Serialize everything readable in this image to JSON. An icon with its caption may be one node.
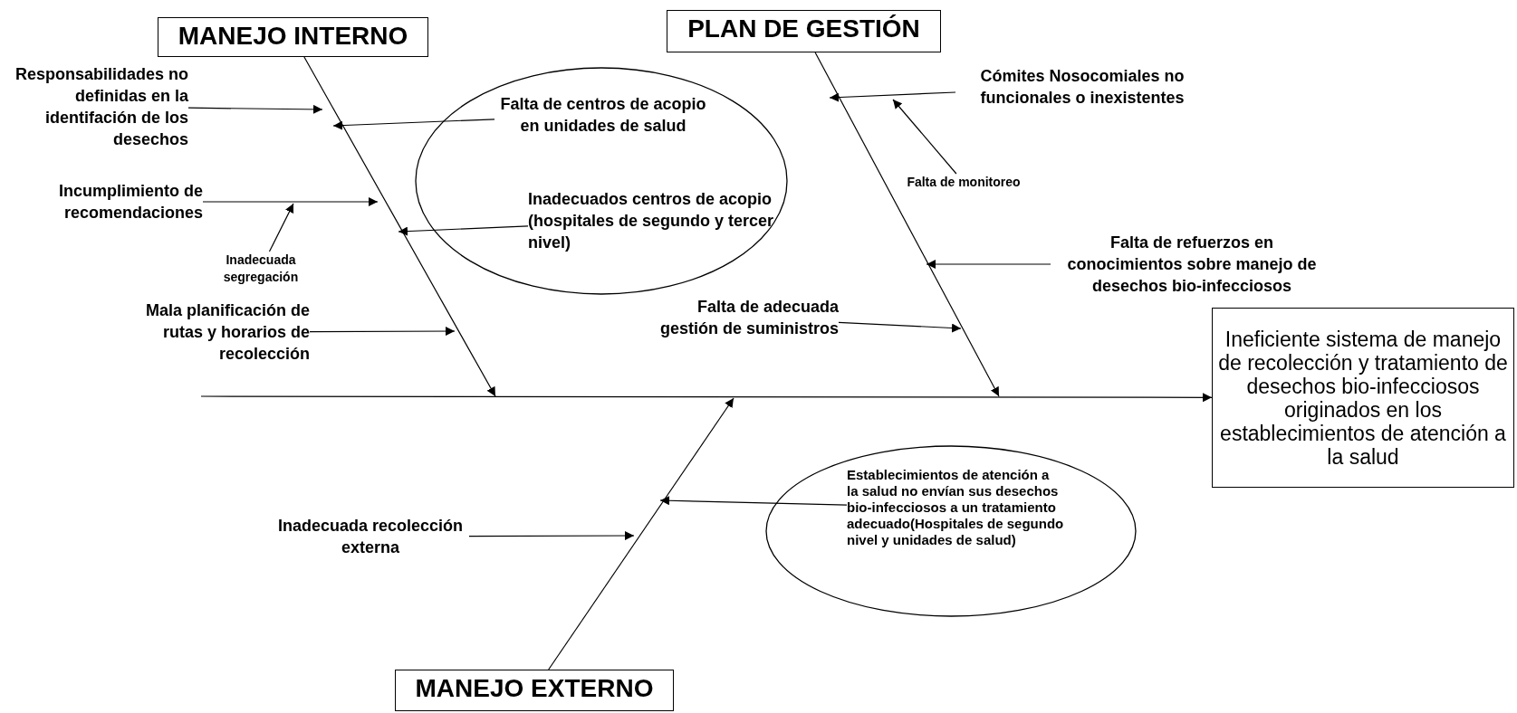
{
  "diagram": {
    "nodes": [
      {
        "text": [
          "MANEJO INTERNO"
        ]
      },
      {
        "text": [
          "PLAN DE GESTIÓN"
        ]
      },
      {
        "text": [
          "Responsabilidades no definidas en la identifación de los desechos"
        ]
      },
      {
        "text": [],
        "shape": "ellipse"
      },
      {
        "text": [
          "Falta de centros de acopio en unidades de salud"
        ],
        "in": 3
      },
      {
        "text": [
          "Inadecuados centros de acopio (hospitales de segundo y tercer nivel)"
        ],
        "in": 3
      },
      {
        "text": [
          "Incumplimiento de recomendaciones"
        ]
      },
      {
        "text": [
          "Inadecuada segregación"
        ]
      },
      {
        "text": [
          "Mala planificación de rutas y horarios de recolección"
        ]
      },
      {
        "text": [
          "Cómites Nosocomiales no funcionales o inexistentes"
        ]
      },
      {
        "text": [
          "Falta de monitoreo"
        ]
      },
      {
        "text": [
          "Falta de refuerzos en conocimientos sobre manejo de desechos bio-infecciosos"
        ]
      },
      {
        "text": [
          "Falta de adecuada gestión de suministros"
        ]
      },
      {
        "text": [
          "Ineficiente sistema de manejo de recolección y tratamiento de desechos bio-infecciosos originados en los establecimientos de atención a la salud"
        ]
      },
      {
        "text": [],
        "shape": "ellipse"
      },
      {
        "text": [
          "Establecimientos de atención a la salud no envían sus desechos bio-infecciosos a un tratamiento adecuado(Hospitales de segundo nivel y unidades de salud)"
        ],
        "in": 14
      },
      {
        "text": [
          "Inadecuada recolección externa"
        ]
      },
      {
        "text": [
          "MANEJO EXTERNO"
        ]
      }
    ],
    "edges": [
      {
        "from": null,
        "to": 13,
        "arrow": "to"
      },
      {
        "from": 0,
        "to": null,
        "arrow": "to"
      },
      {
        "from": 1,
        "to": null,
        "arrow": "to"
      },
      {
        "from": 17,
        "to": null,
        "arrow": "to"
      },
      {
        "from": 2,
        "to": null,
        "arrow": "to"
      },
      {
        "from": 4,
        "to": null,
        "arrow": "to"
      },
      {
        "from": 6,
        "to": null,
        "arrow": "to"
      },
      {
        "from": 7,
        "to": null,
        "arrow": "to"
      },
      {
        "from": 5,
        "to": null,
        "arrow": "to"
      },
      {
        "from": 8,
        "to": null,
        "arrow": "to"
      },
      {
        "from": 9,
        "to": null,
        "arrow": "to"
      },
      {
        "from": 10,
        "to": null,
        "arrow": "to"
      },
      {
        "from": 11,
        "to": null,
        "arrow": "to"
      },
      {
        "from": 12,
        "to": null,
        "arrow": "to"
      },
      {
        "from": 15,
        "to": null,
        "arrow": "to"
      },
      {
        "from": 16,
        "to": null,
        "arrow": "to"
      }
    ]
  }
}
